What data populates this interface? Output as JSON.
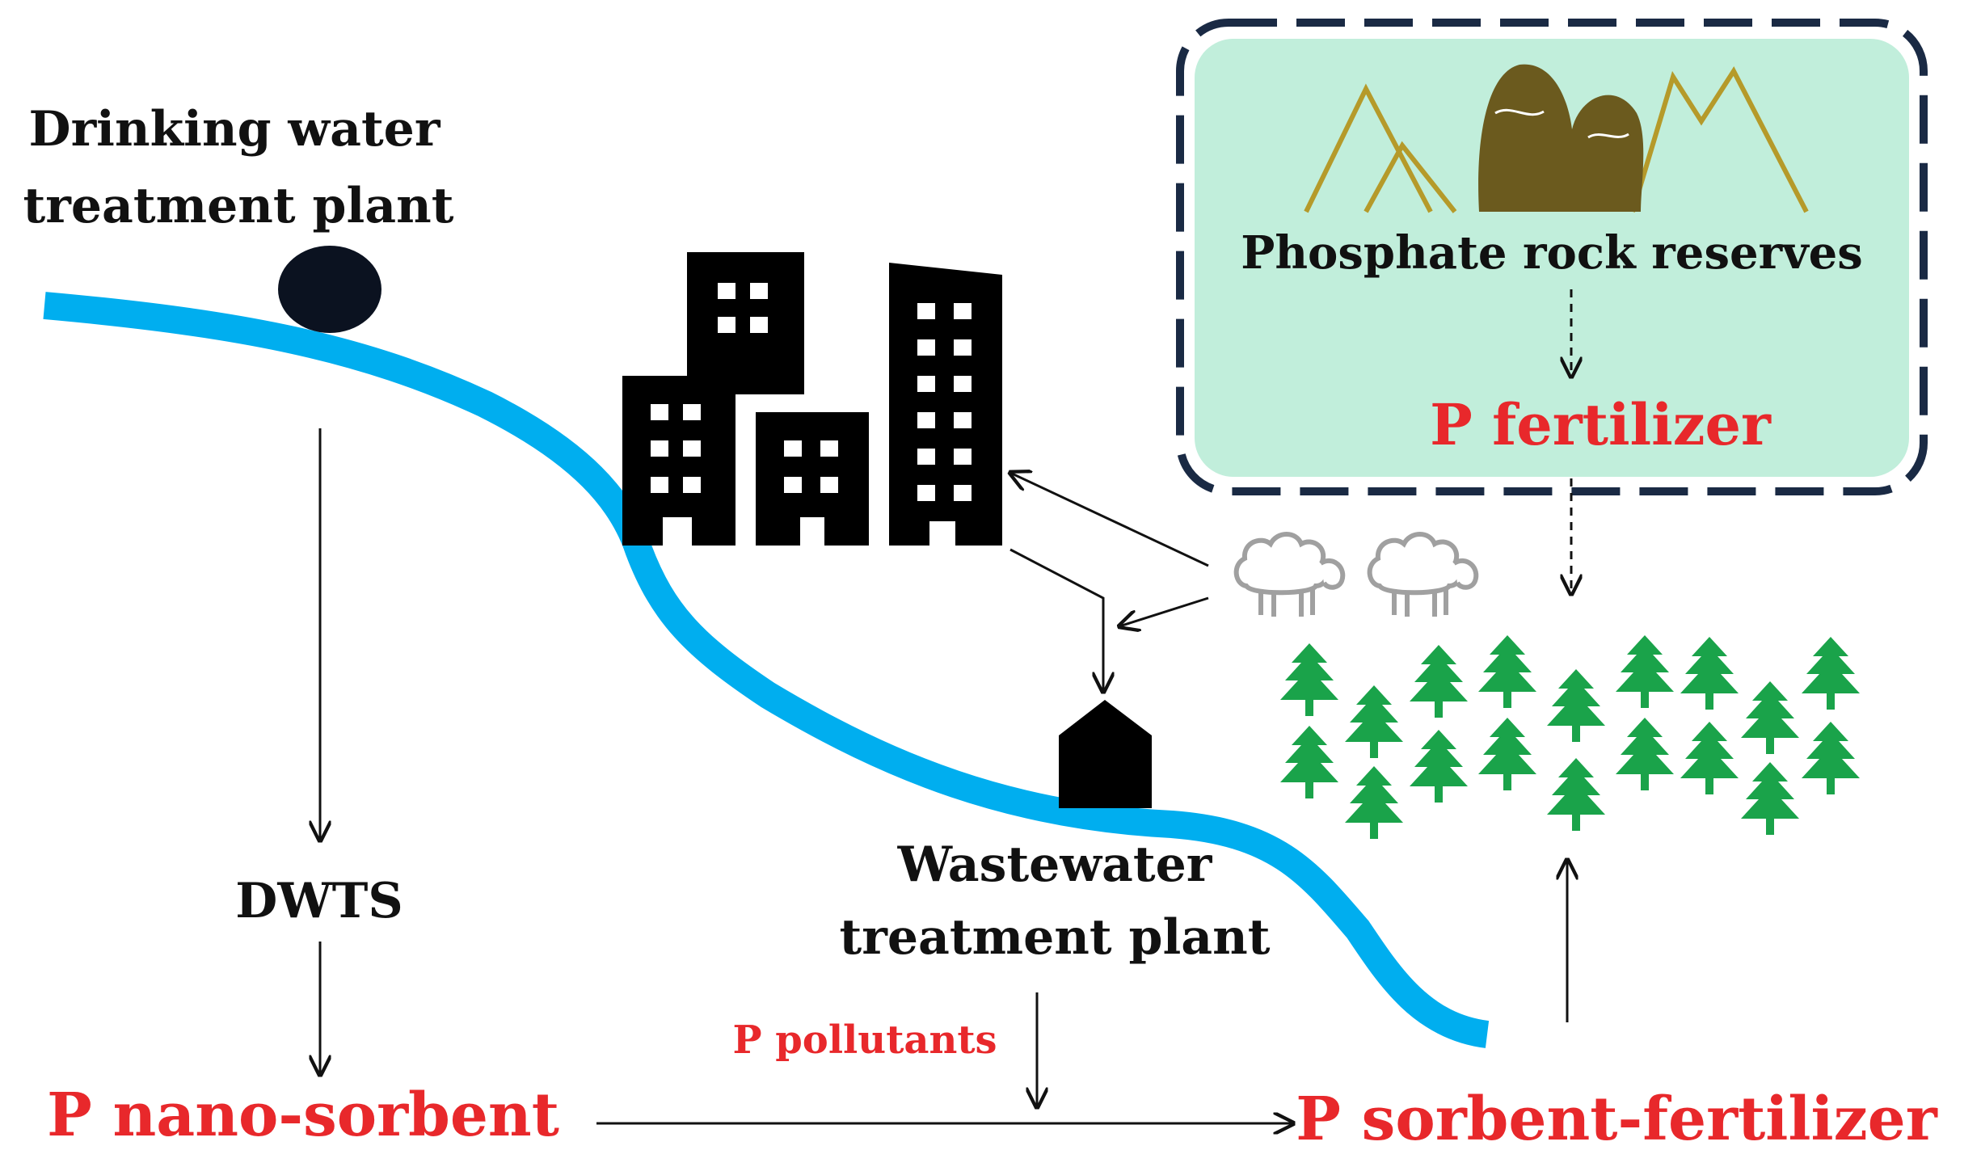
{
  "labels": {
    "drinking_plant_line1": "Drinking water",
    "drinking_plant_line2": "treatment plant",
    "dwts": "DWTS",
    "p_nano_sorbent": "P nano-sorbent",
    "wastewater_line1": "Wastewater",
    "wastewater_line2": "treatment plant",
    "p_pollutants": "P pollutants",
    "p_sorbent_fertilizer": "P sorbent-fertilizer",
    "phosphate_rock_reserves": "Phosphate rock reserves",
    "p_fertilizer": "P fertilizer"
  },
  "colors": {
    "river": "#00aeef",
    "box_fill": "#c1eedb",
    "box_border": "#1a2a44",
    "red_text": "#e8282b",
    "trees": "#1aa34a",
    "sheep": "#a0a0a0",
    "mountain_outline": "#b59a2a",
    "mountain_dark": "#6b5a1e",
    "buildings": "#000000"
  },
  "icons": [
    "plant-dot-icon",
    "city-buildings-icon",
    "wastewater-plant-house-icon",
    "sheep-icon",
    "tree-icon",
    "mountain-icon"
  ]
}
